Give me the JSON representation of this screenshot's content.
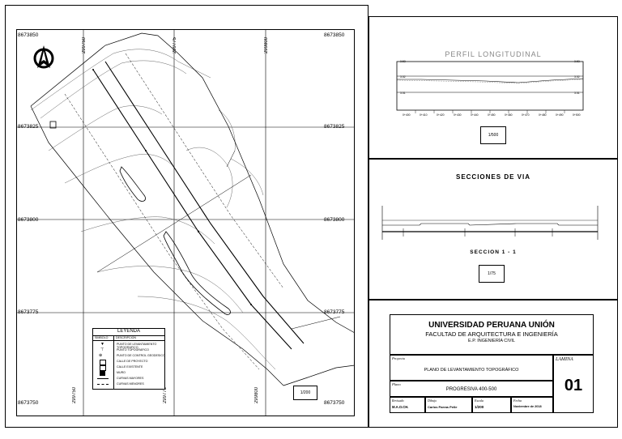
{
  "plan": {
    "coords_left": [
      "8673850",
      "8673825",
      "8673800",
      "8673775",
      "8673750"
    ],
    "coords_right": [
      "8673850",
      "8673825",
      "8673800",
      "8673775",
      "8673750"
    ],
    "coords_top_x": [
      "299750",
      "299775",
      "299800"
    ],
    "coords_bottom_x": [
      "299750",
      "299775",
      "299800"
    ],
    "scale_label": "1/200"
  },
  "legend": {
    "title": "LEYENDA",
    "headers": [
      "SIMBOLO",
      "DESCRIPCION"
    ],
    "items": [
      "PUNTO DE LEVANTAMIENTO TOPOGRAFICO",
      "PUNTO TOPOGRAFICO",
      "PUNTO DE CONTROL GEODESICO",
      "CALLE DE PROYECTO",
      "CALLE EXISTENTE",
      "MURO",
      "CURVAS MAYORES",
      "CURVAS MENORES"
    ]
  },
  "profile": {
    "title": "PERFIL LONGITUDINAL",
    "elevations": [
      "3.53",
      "3.52",
      "3.51"
    ],
    "stations": [
      "0+400",
      "0+410",
      "0+420",
      "0+430",
      "0+440",
      "0+450",
      "0+460",
      "0+470",
      "0+480",
      "0+490",
      "0+500"
    ],
    "scale_label": "1/500"
  },
  "section": {
    "title": "SECCIONES DE VIA",
    "caption": "SECCION 1 - 1",
    "scale_label": "1/75"
  },
  "title_block": {
    "university": "UNIVERSIDAD PERUANA UNIÓN",
    "faculty": "FACULTAD DE ARQUITECTURA E INGENIERÍA",
    "school": "E.P. INGENIERÍA CIVIL",
    "proyecto_label": "Proyecto",
    "proyecto_value": "PLANO DE LEVANTAMIENTO TOPOGRÁFICO",
    "plano_label": "Plano",
    "plano_value": "PROGRESIVA 400-500",
    "lamina_label": "LAMINA",
    "lamina_value": "01",
    "revisado_label": "Revisado",
    "revisado_value": "M.A.O.CH.",
    "dibujo_label": "Dibujo",
    "dibujo_value": "Carlos Parras Pelle",
    "escala_label": "Escala",
    "escala_value": "1/200",
    "fecha_label": "Fecha",
    "fecha_value": "Noviembre de 2018"
  }
}
